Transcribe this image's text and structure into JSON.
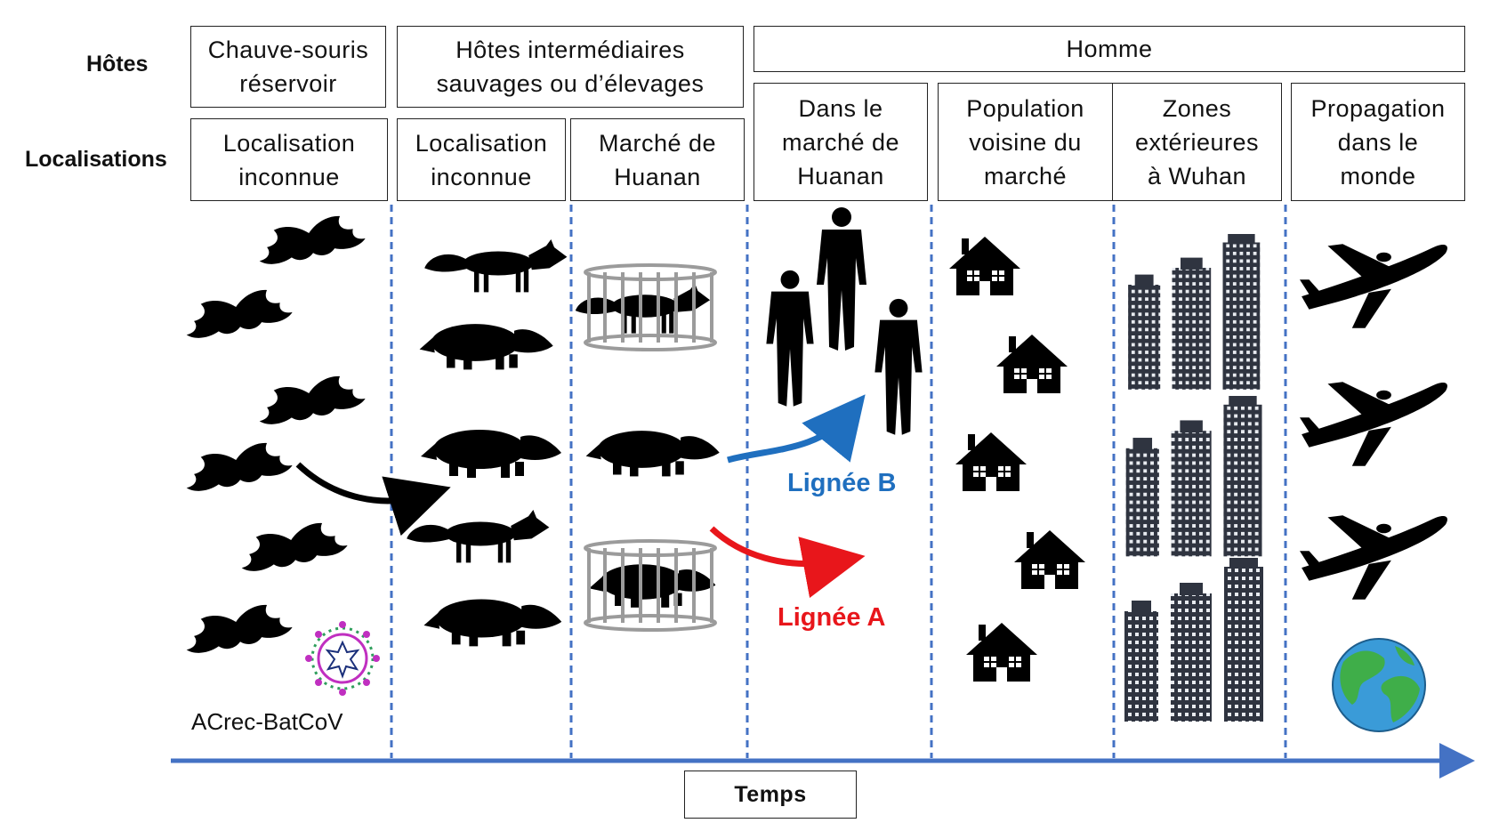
{
  "row_labels": {
    "hosts": "Hôtes",
    "locations": "Localisations"
  },
  "hosts": {
    "bat": "Chauve-souris\nréservoir",
    "intermediate": "Hôtes intermédiaires\nsauvages ou d’élevages",
    "human": "Homme"
  },
  "locations": {
    "unknown_1": "Localisation\ninconnue",
    "unknown_2": "Localisation\ninconnue",
    "market": "Marché de\nHuanan",
    "in_market": "Dans le\nmarché de\nHuanan",
    "neighbors": "Population\nvoisine du\nmarché",
    "outside_wuhan": "Zones\nextérieures\nà Wuhan",
    "worldwide": "Propagation\ndans le\nmonde"
  },
  "virus_label": "ACrec-BatCoV",
  "lineages": {
    "b": "Lignée B",
    "a": "Lignée A"
  },
  "axis_label": "Temps",
  "colors": {
    "axis": "#4472c4",
    "lineage_b": "#1f6fbf",
    "lineage_a": "#e8161b",
    "divider": "#4472c4",
    "silhouette": "#000000",
    "building": "#2f3440"
  },
  "icons": [
    "bat-icon",
    "fox-icon",
    "raccoon-dog-icon",
    "cage-icon",
    "person-icon",
    "house-icon",
    "building-icon",
    "airplane-icon",
    "globe-icon",
    "virus-icon"
  ]
}
